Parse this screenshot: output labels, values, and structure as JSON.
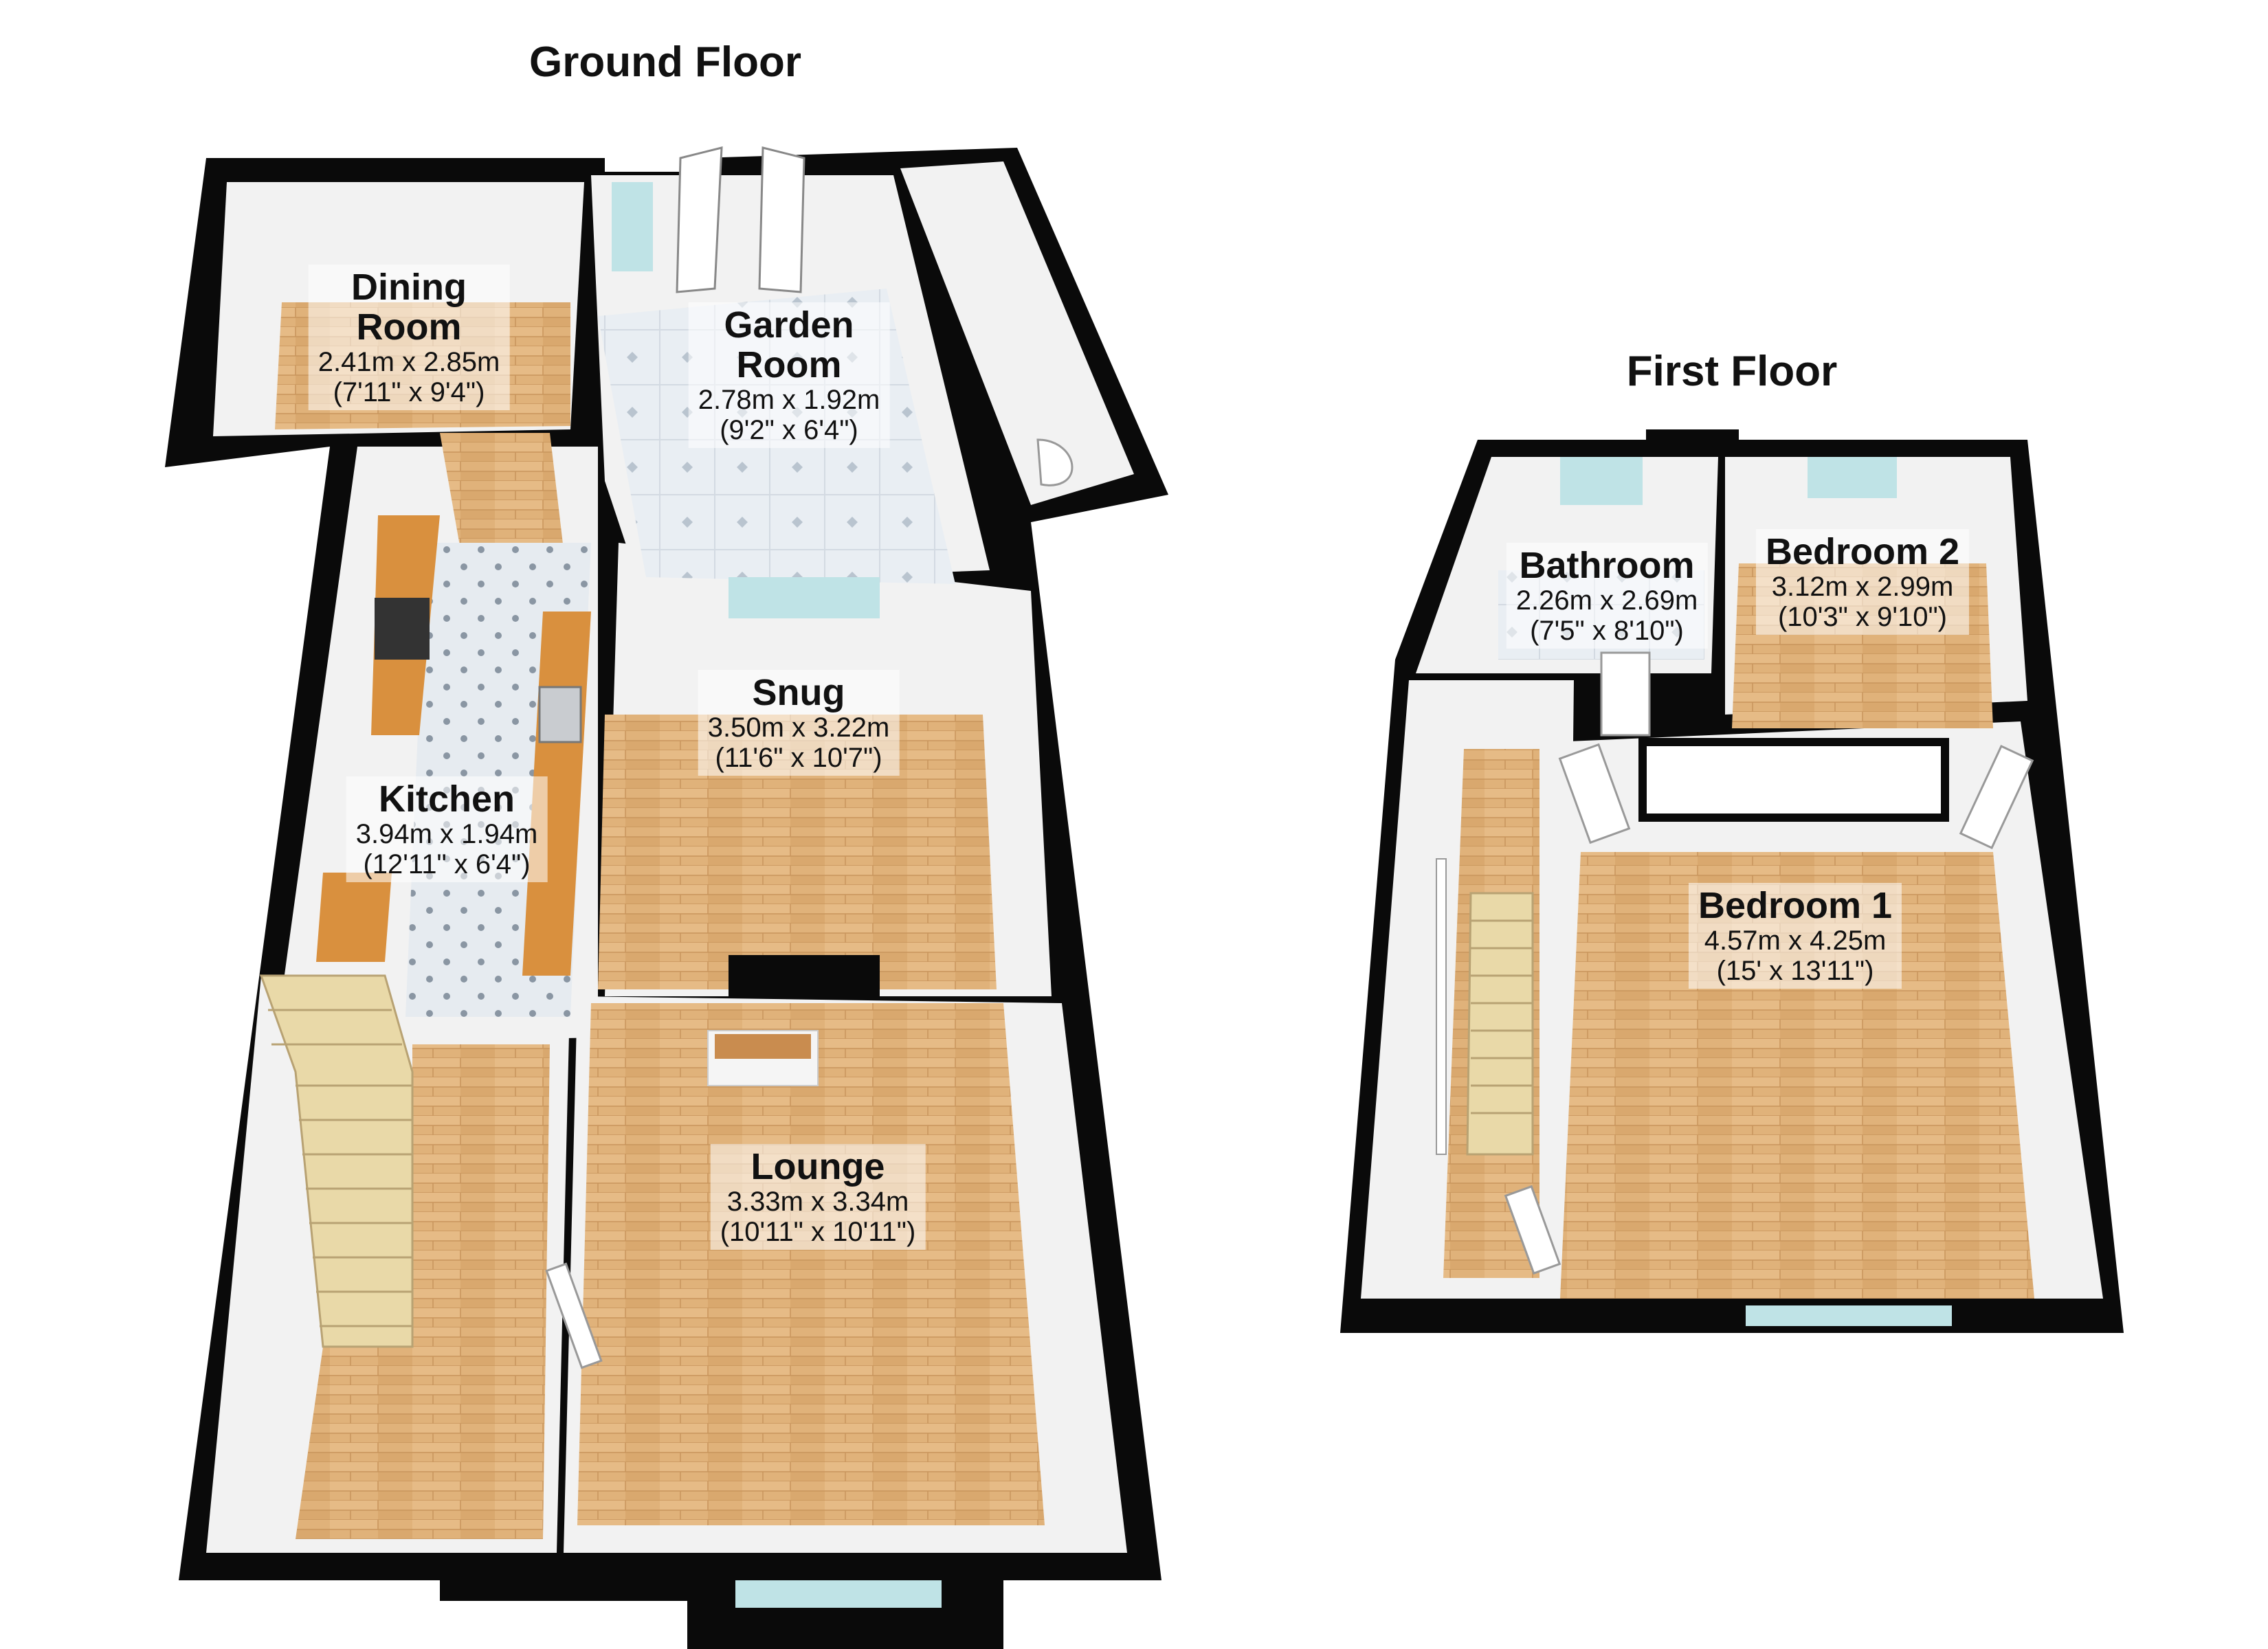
{
  "floors": {
    "ground": {
      "title": "Ground Floor",
      "rooms": {
        "dining": {
          "name_line1": "Dining",
          "name_line2": "Room",
          "dims_m": "2.41m x 2.85m",
          "dims_ft": "(7'11\" x 9'4\")"
        },
        "garden": {
          "name_line1": "Garden",
          "name_line2": "Room",
          "dims_m": "2.78m x 1.92m",
          "dims_ft": "(9'2\" x 6'4\")"
        },
        "snug": {
          "name": "Snug",
          "dims_m": "3.50m x 3.22m",
          "dims_ft": "(11'6\" x 10'7\")"
        },
        "kitchen": {
          "name": "Kitchen",
          "dims_m": "3.94m x 1.94m",
          "dims_ft": "(12'11\" x 6'4\")"
        },
        "lounge": {
          "name": "Lounge",
          "dims_m": "3.33m x 3.34m",
          "dims_ft": "(10'11\" x 10'11\")"
        }
      }
    },
    "first": {
      "title": "First Floor",
      "rooms": {
        "bathroom": {
          "name": "Bathroom",
          "dims_m": "2.26m x 2.69m",
          "dims_ft": "(7'5\" x 8'10\")"
        },
        "bedroom2": {
          "name": "Bedroom 2",
          "dims_m": "3.12m x 2.99m",
          "dims_ft": "(10'3\" x 9'10\")"
        },
        "bedroom1": {
          "name": "Bedroom 1",
          "dims_m": "4.57m x 4.25m",
          "dims_ft": "(15' x 13'11\")"
        }
      }
    }
  },
  "colors": {
    "wall": "#0a0a0a",
    "wall_face": "#f2f2f2",
    "wood_floor": "#e0b27a",
    "tile_floor": "#e7ecf1",
    "worktop": "#d9903e",
    "stairs": "#e9d9a8",
    "window": "#bfe3e6"
  }
}
